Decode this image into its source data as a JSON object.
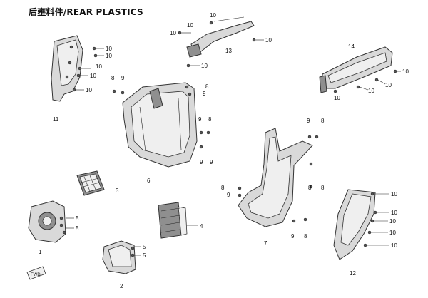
{
  "title": "后壅料件/REAR PLASTICS",
  "callouts": {
    "c1": "1",
    "c2": "2",
    "c3": "3",
    "c4": "4",
    "c5a": "5",
    "c5b": "5",
    "c5c": "5",
    "c5d": "5",
    "c6": "6",
    "c7": "7",
    "c8a": "8",
    "c8b": "8",
    "c8c": "8",
    "c8d": "8",
    "c8e": "8",
    "c8f": "8",
    "c8g": "8",
    "c8h": "8",
    "c9a": "9",
    "c9b": "9",
    "c9c": "9",
    "c9d": "9",
    "c9e": "9",
    "c9f": "9",
    "c9g": "9",
    "c9h": "9",
    "c10a": "10",
    "c10b": "10",
    "c10c": "10",
    "c10d": "10",
    "c10e": "10",
    "c10f": "10",
    "c10g": "10",
    "c10h": "10",
    "c10i": "10",
    "c10j": "10",
    "c10k": "10",
    "c10l": "10",
    "c10m": "10",
    "c10n": "10",
    "c10o": "10",
    "c10p": "10",
    "c10q": "10",
    "c10r": "10",
    "c10s": "10",
    "c11": "11",
    "c12": "12",
    "c13": "13",
    "c14": "14"
  },
  "badge": "FWD"
}
